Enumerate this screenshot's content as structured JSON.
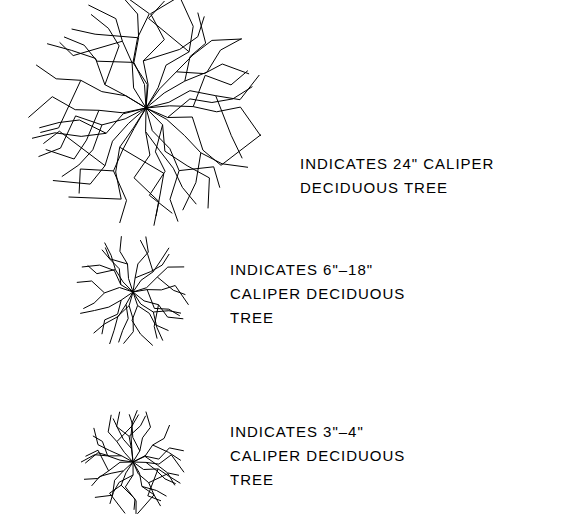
{
  "diagram": {
    "legend": [
      {
        "text": "INDICATES 24\" CALIPER DECIDUOUS TREE"
      },
      {
        "text": "INDICATES 6\"–18\" CALIPER DECIDUOUS TREE"
      },
      {
        "text": "INDICATES 3\"–4\" CALIPER DECIDUOUS TREE"
      }
    ]
  }
}
